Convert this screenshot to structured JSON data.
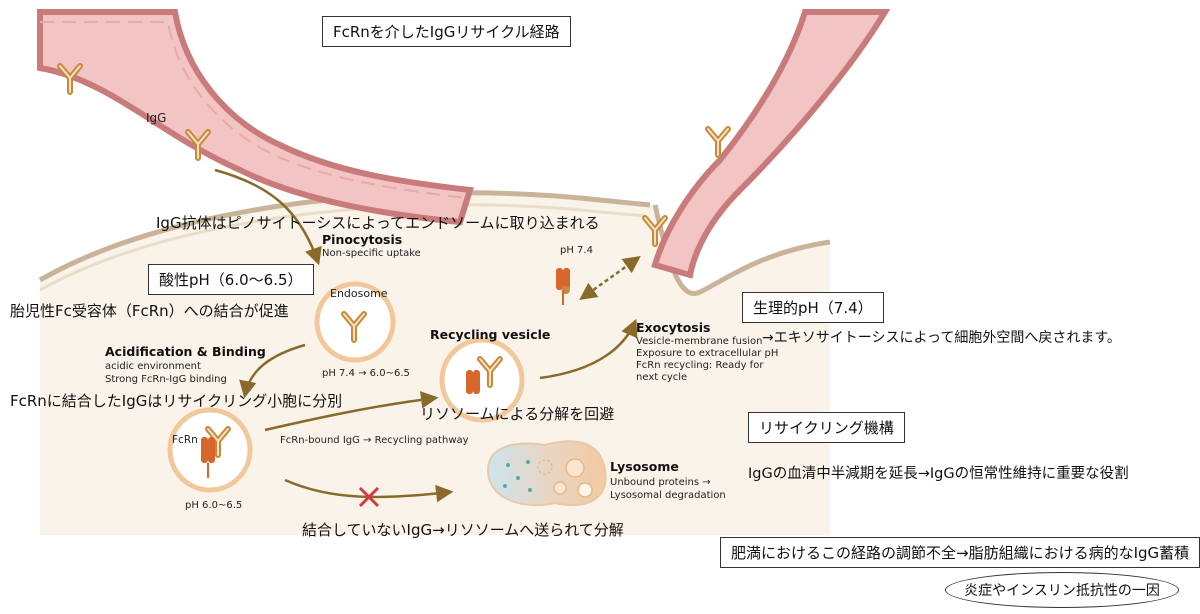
{
  "title": "FcRnを介したIgGリサイクル経路",
  "colors": {
    "vessel_fill": "#f2c4c4",
    "vessel_wall": "#c97b7b",
    "cell_fill": "#faf3ea",
    "membrane": "#c9b49a",
    "antibody": "#c88a3a",
    "fcrn": "#d6662a",
    "arrow": "#8a6a2a",
    "block_x": "#d33a3a"
  },
  "labels": {
    "igg": "IgG",
    "pinocytosis_title": "Pinocytosis",
    "pinocytosis_sub": "Non-specific uptake",
    "endosome": "Endosome",
    "endosome_ph": "pH 7.4 → 6.0~6.5",
    "acid_title": "Acidification & Binding",
    "acid_line1": "acidic environment",
    "acid_line2": "Strong FcRn-IgG binding",
    "fcrn": "FcRn",
    "fcrn_ph": "pH 6.0~6.5",
    "recycling_title": "Recycling vesicle",
    "fcrn_bound": "FcRn-bound IgG → Recycling pathway",
    "exo_title": "Exocytosis",
    "exo_line1": "Vesicle-membrane fusion",
    "exo_line2": "Exposure to extracellular pH",
    "exo_line3": "FcRn recycling: Ready for",
    "exo_line4": "next cycle",
    "ph74": "pH 7.4",
    "lysosome_title": "Lysosome",
    "lysosome_line1": "Unbound proteins →",
    "lysosome_line2": "Lysosomal degradation"
  },
  "annotations": {
    "pinocytosis_jp": "IgG抗体はピノサイトーシスによってエンドソームに取り込まれる",
    "acidic_box": "酸性pH（6.0〜6.5）",
    "fcrn_binding_jp": "胎児性Fc受容体（FcRn）への結合が促進",
    "sort_jp": "FcRnに結合したIgGはリサイクリング小胞に分別",
    "avoid_jp": "リソソームによる分解を回避",
    "unbound_jp": "結合していないIgG→リソソームへ送られて分解",
    "physio_box": "生理的pH（7.4）",
    "exo_jp": "→エキソサイトーシスによって細胞外空間へ戻されます。",
    "recycling_box": "リサイクリング機構",
    "halflife_jp": "IgGの血清中半減期を延長→IgGの恒常性維持に重要な役割",
    "obesity_box": "肥満におけるこの経路の調節不全→脂肪組織における病的なIgG蓄積",
    "inflammation_oval": "炎症やインスリン抵抗性の一因"
  }
}
